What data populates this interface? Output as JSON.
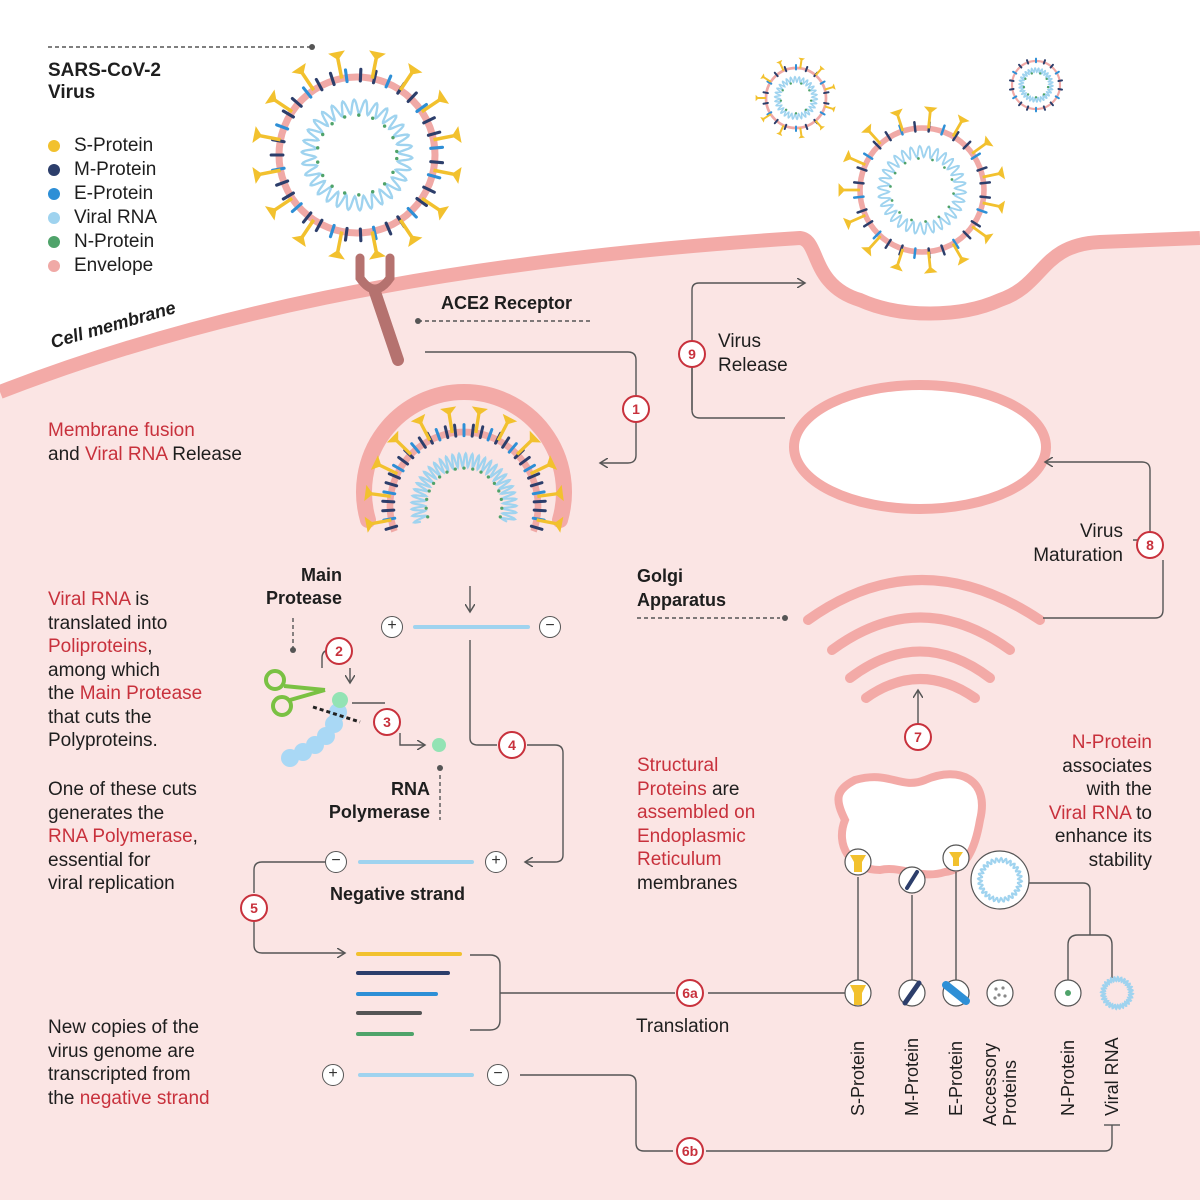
{
  "colors": {
    "s_protein": "#f2c12e",
    "m_protein": "#2c3e6b",
    "e_protein": "#2e8fd6",
    "viral_rna": "#9fd3ef",
    "n_protein": "#4fa36a",
    "envelope": "#f0a9a6",
    "accent_red": "#c8313c",
    "cell_fill": "#fbe5e4",
    "membrane": "#f3aaa7",
    "ace2": "#b5726f",
    "protease_green": "#7ac143",
    "rna_polymerase": "#93e3b4",
    "polyprotein_blue": "#a9d8f5",
    "accessory_gray": "#888888",
    "line": "#555555"
  },
  "legend": {
    "title": "SARS-CoV-2 Virus",
    "items": [
      {
        "label": "S-Protein",
        "color": "#f2c12e"
      },
      {
        "label": "M-Protein",
        "color": "#2c3e6b"
      },
      {
        "label": "E-Protein",
        "color": "#2e8fd6"
      },
      {
        "label": "Viral RNA",
        "color": "#9fd3ef"
      },
      {
        "label": "N-Protein",
        "color": "#4fa36a"
      },
      {
        "label": "Envelope",
        "color": "#f0a9a6"
      }
    ]
  },
  "labels": {
    "ace2_receptor": "ACE2 Receptor",
    "cell_membrane": "Cell membrane",
    "main_protease": "Main Protease",
    "rna_polymerase": "RNA Polymerase",
    "negative_strand": "Negative strand",
    "golgi": "Golgi Apparatus",
    "translation": "Translation",
    "virus_release": "Virus Release",
    "virus_maturation": "Virus Maturation"
  },
  "captions": {
    "membrane_fusion": {
      "a": "Membrane fusion",
      "b": "and ",
      "c": "Viral RNA",
      "d": " Release"
    },
    "translation_note": {
      "l1a": "Viral RNA",
      "l1b": " is",
      "l2": "translated into",
      "l3a": "Poliproteins",
      "l3b": ",",
      "l4": "among which",
      "l5a": "the ",
      "l5b": "Main Protease",
      "l6": "that cuts the",
      "l7": "Polyproteins."
    },
    "polymerase_note": {
      "l1": "One of these cuts",
      "l2": "generates the",
      "l3a": "RNA Polymerase",
      "l3b": ",",
      "l4": "essential for",
      "l5": "viral replication"
    },
    "copies_note": {
      "l1": "New copies of the",
      "l2": "virus genome are",
      "l3": "transcripted from",
      "l4a": "the ",
      "l4b": "negative strand"
    },
    "structural_note": {
      "l1a": "Structural",
      "l2a": "Proteins",
      "l2b": " are",
      "l3a": "assembled on",
      "l4a": "Endoplasmic",
      "l5a": "Reticulum",
      "l6": "membranes"
    },
    "nprotein_note": {
      "l1a": "N-Protein",
      "l2": "associates",
      "l3": "with the",
      "l4a": "Viral RNA",
      "l4b": " to",
      "l5": "enhance its",
      "l6": "stability"
    }
  },
  "steps": [
    "1",
    "2",
    "3",
    "4",
    "5",
    "6a",
    "6b",
    "7",
    "8",
    "9"
  ],
  "signs": {
    "plus": "+",
    "minus": "−"
  },
  "products": [
    "S-Protein",
    "M-Protein",
    "E-Protein",
    "Accessory Proteins",
    "N-Protein",
    "Viral RNA"
  ],
  "accessory_line1": "Accessory",
  "accessory_line2": "Proteins"
}
